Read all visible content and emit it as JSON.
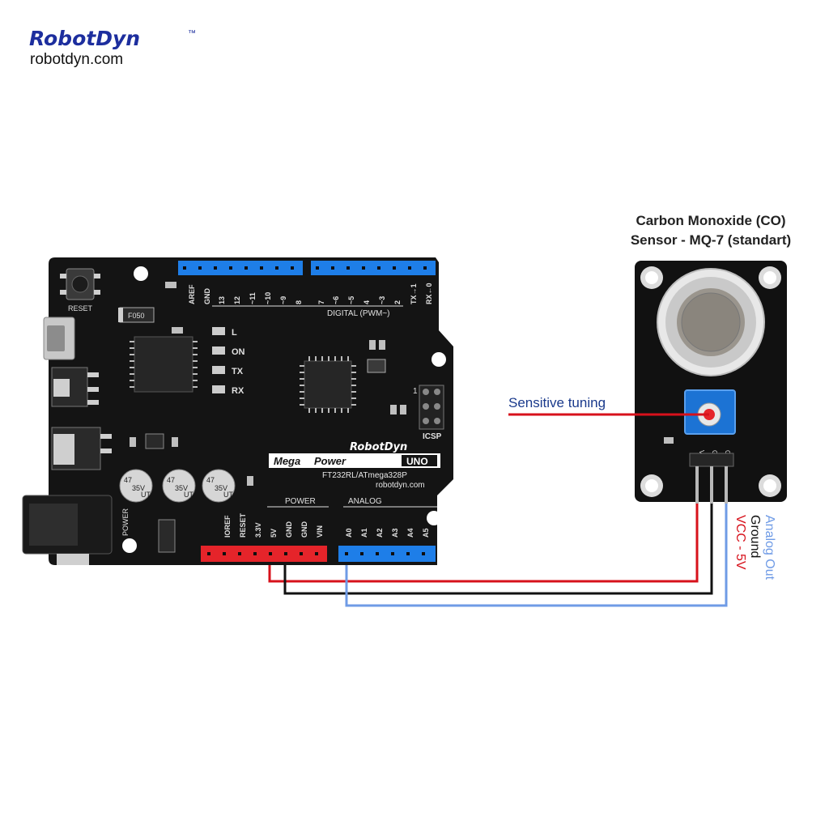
{
  "brand": {
    "logo_text": "RobotDyn",
    "trademark": "™",
    "website": "robotdyn.com"
  },
  "sensor": {
    "title_line1": "Carbon Monoxide (CO)",
    "title_line2": "Sensor - MQ-7 (standart)",
    "pin_labels": [
      "VCC",
      "GND",
      "Out"
    ],
    "tuning_label": "Sensitive tuning"
  },
  "board": {
    "reset_label": "RESET",
    "fuse_label": "F050",
    "led_labels": [
      "L",
      "ON",
      "TX",
      "RX"
    ],
    "digital_pins": [
      "AREF",
      "GND",
      "13",
      "12",
      "~11",
      "~10",
      "~9",
      "8",
      "7",
      "~6",
      "~5",
      "4",
      "~3",
      "2",
      "TX→1",
      "RX←0"
    ],
    "digital_header": "DIGITAL (PWM~)",
    "icsp_label": "ICSP",
    "icsp_pin1": "1",
    "brand_name": "RobotDyn",
    "product_mega": "Mega",
    "product_power": "Power",
    "product_uno": "UNO",
    "chip_line": "FT232RL/ATmega328P",
    "website": "robotdyn.com",
    "capacitor_text": [
      "47",
      "35V",
      "UT"
    ],
    "power_label": "POWER",
    "power_header": "POWER",
    "analog_header": "ANALOG",
    "power_pins": [
      "IOREF",
      "RESET",
      "3.3V",
      "5V",
      "GND",
      "GND",
      "VIN"
    ],
    "analog_pins": [
      "A0",
      "A1",
      "A2",
      "A3",
      "A4",
      "A5"
    ]
  },
  "wires": {
    "vcc_label": "VCC - 5V",
    "ground_label": "Ground",
    "analog_label": "Analog Out"
  },
  "colors": {
    "vcc_wire": "#d7111b",
    "ground_wire": "#111111",
    "analog_wire": "#6f9be6",
    "tuning_text": "#1a3a8c",
    "header_blue": "#1e7ee8",
    "header_red": "#e5242a",
    "brand_blue": "#1d2e9e"
  }
}
